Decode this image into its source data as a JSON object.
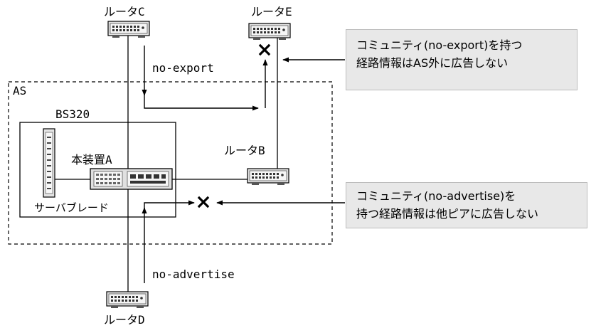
{
  "routers": {
    "c": "ルータC",
    "e": "ルータE",
    "b": "ルータB",
    "d": "ルータD"
  },
  "regions": {
    "as": "AS",
    "bs320": "BS320",
    "device_a": "本装置A",
    "server_blade": "サーバブレード"
  },
  "flows": {
    "no_export": "no-export",
    "no_advertise": "no-advertise"
  },
  "notes": {
    "export_line1": "コミュニティ(no-export)を持つ",
    "export_line2": "経路情報はAS外に広告しない",
    "advertise_line1": "コミュニティ(no-advertise)を",
    "advertise_line2": "持つ経路情報は他ピアに広告しない"
  }
}
